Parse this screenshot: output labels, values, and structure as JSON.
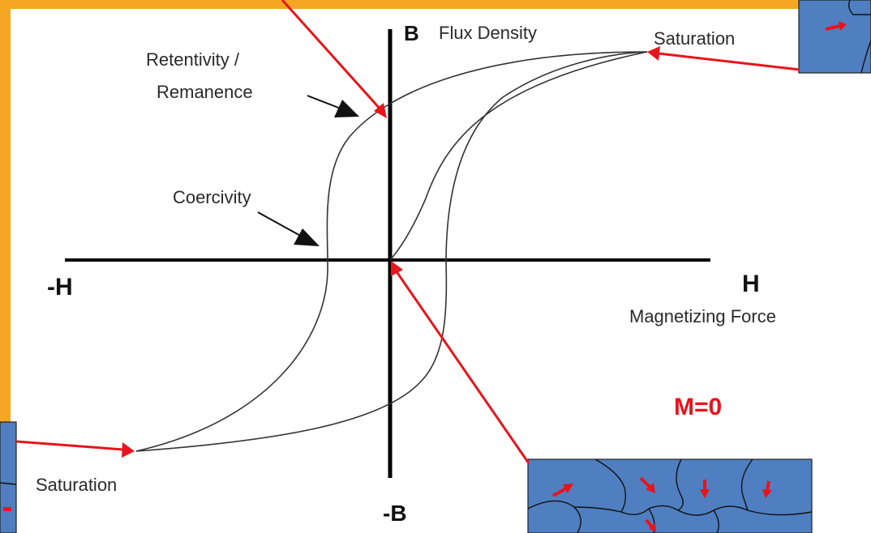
{
  "diagram": {
    "labels": {
      "b_axis": "B",
      "flux_density": "Flux Density",
      "saturation_top": "Saturation",
      "retentivity_line1": "Retentivity /",
      "retentivity_line2": "Remanence",
      "coercivity": "Coercivity",
      "neg_h": "-H",
      "h_axis": "H",
      "magnetizing_force": "Magnetizing Force",
      "m_zero": "M=0",
      "saturation_bottom": "Saturation",
      "neg_b": "-B"
    },
    "colors": {
      "frame": "#f5a623",
      "domain_fill": "#4f7fc0",
      "arrow": "#e8141b",
      "curve": "#333333",
      "axis": "#000000",
      "m_zero_text": "#e8141b"
    },
    "icons": [
      "domain-arrow-icon",
      "pointer-arrow-icon"
    ]
  }
}
